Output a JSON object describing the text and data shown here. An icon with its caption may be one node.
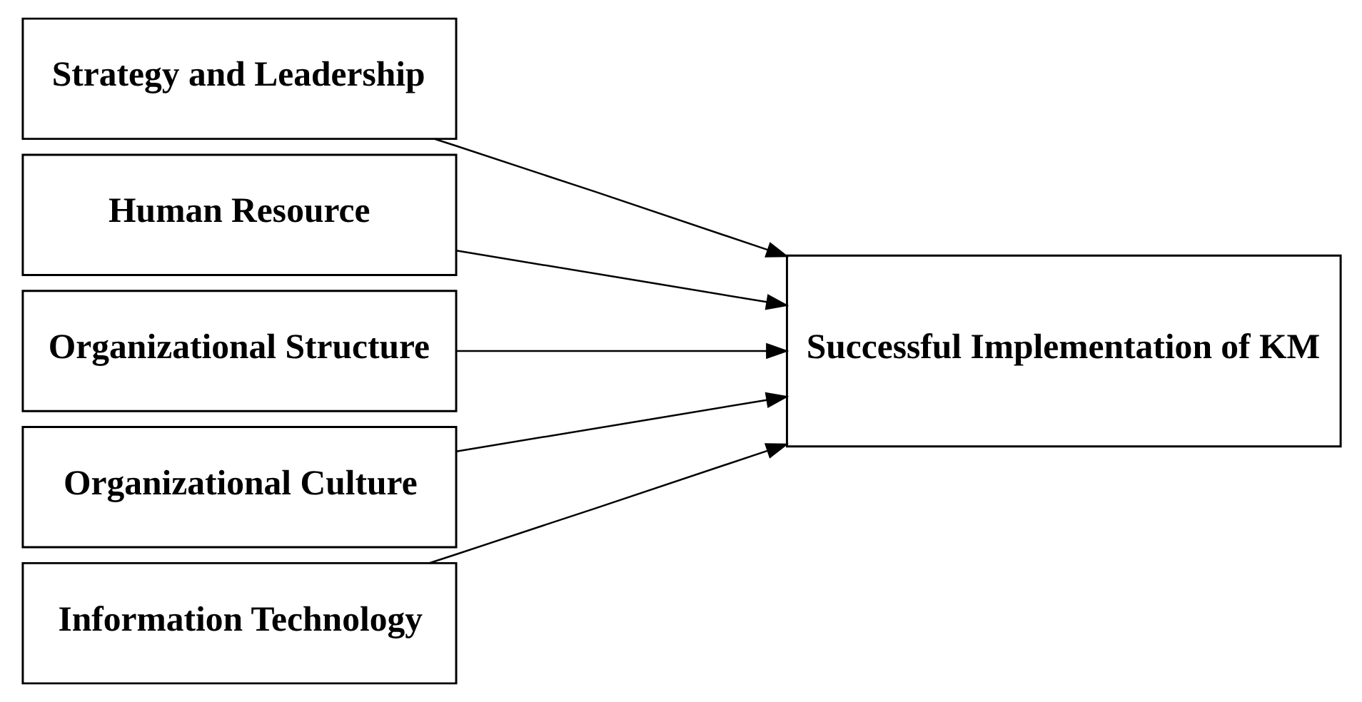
{
  "diagram": {
    "nodes": [
      {
        "text": [
          "Strategy and Leadership"
        ]
      },
      {
        "text": [
          "Human Resource"
        ]
      },
      {
        "text": [
          "Organizational Structure"
        ]
      },
      {
        "text": [
          "Organizational Culture"
        ]
      },
      {
        "text": [
          "Information Technology"
        ]
      },
      {
        "text": [
          "Successful Implementation of KM"
        ]
      }
    ],
    "edges": [
      {
        "from": 0,
        "to": 5,
        "arrow": "to"
      },
      {
        "from": 1,
        "to": 5,
        "arrow": "to"
      },
      {
        "from": 2,
        "to": 5,
        "arrow": "to"
      },
      {
        "from": 3,
        "to": 5,
        "arrow": "to"
      },
      {
        "from": 4,
        "to": 5,
        "arrow": "to"
      }
    ]
  }
}
